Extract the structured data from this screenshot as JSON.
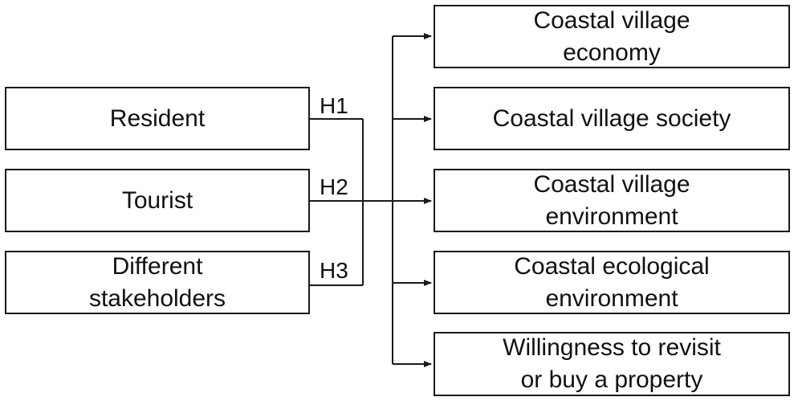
{
  "inputs": [
    {
      "label": "Resident"
    },
    {
      "label": "Tourist"
    },
    {
      "label": "Different\nstakeholders"
    }
  ],
  "hypotheses": [
    "H1",
    "H2",
    "H3"
  ],
  "outcomes": [
    {
      "label": "Coastal village\neconomy"
    },
    {
      "label": "Coastal village society"
    },
    {
      "label": "Coastal village\nenvironment"
    },
    {
      "label": "Coastal ecological\nenvironment"
    },
    {
      "label": "Willingness to revisit\nor buy a property"
    }
  ],
  "colors": {
    "stroke": "#1a1a1a",
    "text": "#111111",
    "background": "#ffffff"
  }
}
